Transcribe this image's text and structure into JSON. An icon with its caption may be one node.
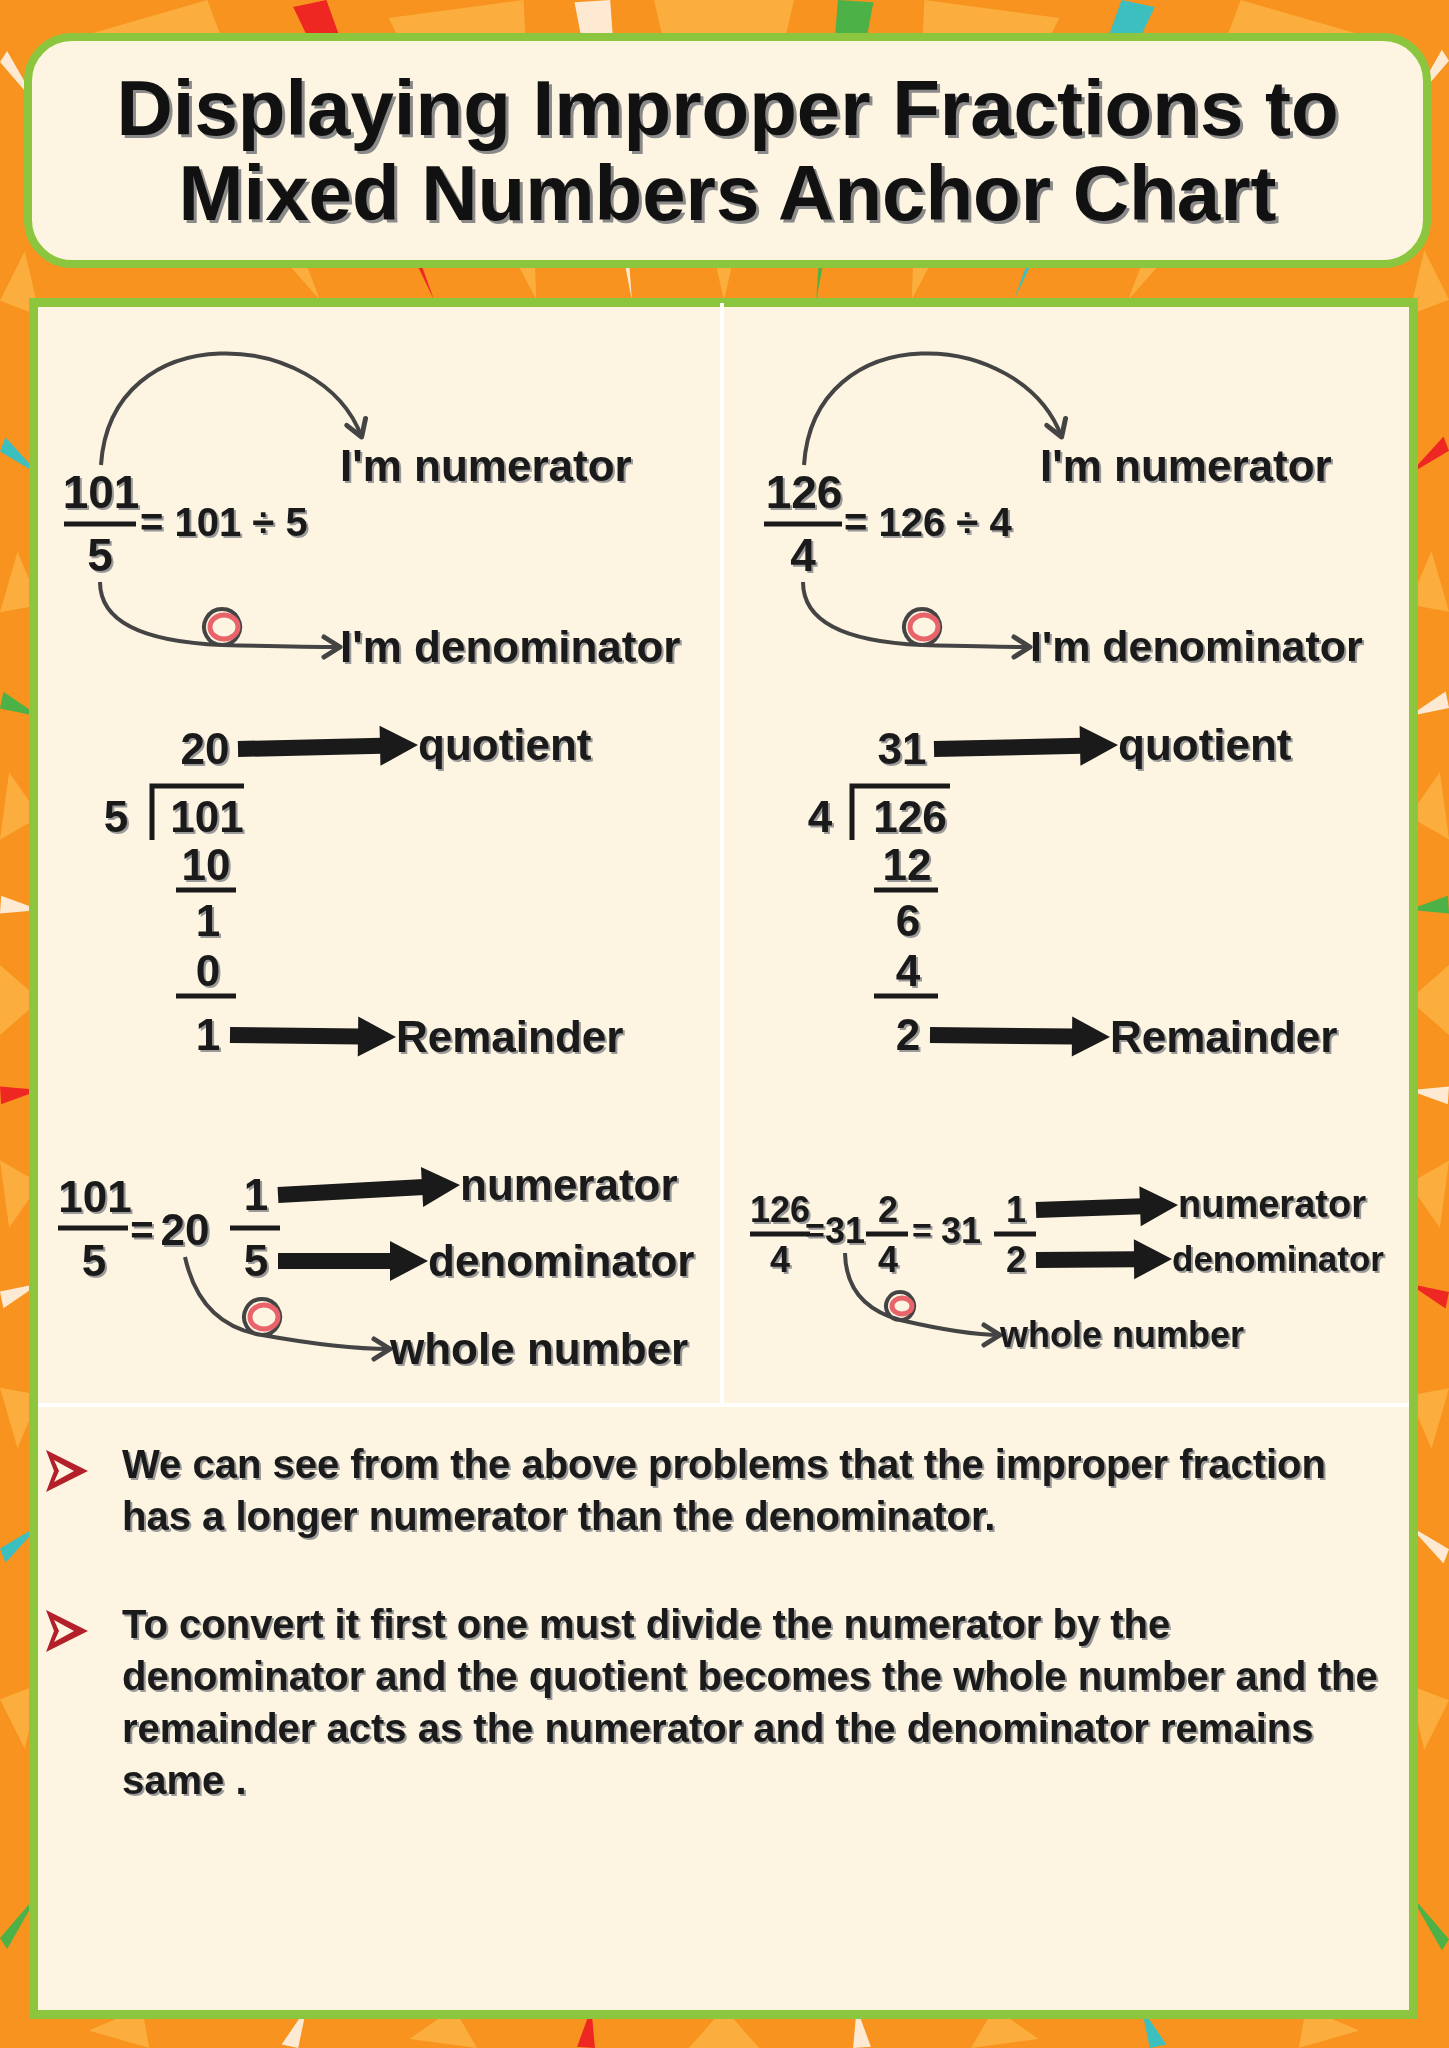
{
  "diagram": {
    "title": "Displaying Improper Fractions to Mixed Numbers Anchor Chart",
    "nodes": [
      {
        "text": [
          "101"
        ]
      },
      {
        "text": [
          "5"
        ]
      },
      {
        "text": [
          "I'm numerator"
        ]
      },
      {
        "text": [
          "I'm denominator"
        ]
      },
      {
        "text": [
          "20"
        ]
      },
      {
        "text": [
          "quotient"
        ]
      },
      {
        "text": [
          "1"
        ]
      },
      {
        "text": [
          "Remainder"
        ]
      },
      {
        "text": [
          "1"
        ]
      },
      {
        "text": [
          "5"
        ]
      },
      {
        "text": [
          "20"
        ]
      },
      {
        "text": [
          "numerator"
        ]
      },
      {
        "text": [
          "denominator"
        ]
      },
      {
        "text": [
          "whole number"
        ]
      },
      {
        "text": [
          "126"
        ]
      },
      {
        "text": [
          "4"
        ]
      },
      {
        "text": [
          "I'm numerator"
        ]
      },
      {
        "text": [
          "I'm denominator"
        ]
      },
      {
        "text": [
          "31"
        ]
      },
      {
        "text": [
          "quotient"
        ]
      },
      {
        "text": [
          "2"
        ]
      },
      {
        "text": [
          "Remainder"
        ]
      },
      {
        "text": [
          "1"
        ]
      },
      {
        "text": [
          "2"
        ]
      },
      {
        "text": [
          "31"
        ]
      },
      {
        "text": [
          "numerator"
        ]
      },
      {
        "text": [
          "denominator"
        ]
      },
      {
        "text": [
          "whole number"
        ]
      }
    ],
    "edges": [
      {
        "from": 0,
        "to": 2,
        "arrow": "to",
        "color": "#444444"
      },
      {
        "from": 1,
        "to": 3,
        "arrow": "to",
        "color": "#444444"
      },
      {
        "from": 4,
        "to": 5,
        "arrow": "to"
      },
      {
        "from": 6,
        "to": 7,
        "arrow": "to"
      },
      {
        "from": 8,
        "to": 11,
        "arrow": "to"
      },
      {
        "from": 9,
        "to": 12,
        "arrow": "to"
      },
      {
        "from": 10,
        "to": 13,
        "arrow": "to",
        "color": "#444444"
      },
      {
        "from": 14,
        "to": 16,
        "arrow": "to",
        "color": "#444444"
      },
      {
        "from": 15,
        "to": 17,
        "arrow": "to",
        "color": "#444444"
      },
      {
        "from": 18,
        "to": 19,
        "arrow": "to"
      },
      {
        "from": 20,
        "to": 21,
        "arrow": "to"
      },
      {
        "from": 22,
        "to": 25,
        "arrow": "to"
      },
      {
        "from": 23,
        "to": 26,
        "arrow": "to"
      },
      {
        "from": 24,
        "to": 27,
        "arrow": "to",
        "color": "#444444"
      }
    ],
    "labels": [
      "= 101 ÷ 5",
      "5",
      "101",
      "10",
      "1",
      "0",
      "101",
      "5",
      "=",
      "= 126 ÷ 4",
      "4",
      "126",
      "12",
      "6",
      "4",
      "126",
      "4",
      "=",
      "2",
      "4",
      "=",
      "31",
      "We can see from the above problems that the improper fraction has a longer numerator than the denominator.",
      "To convert it first one must divide the numerator by the denominator and the quotient becomes the whole number and the remainder acts as the numerator and the denominator remains same ."
    ]
  }
}
